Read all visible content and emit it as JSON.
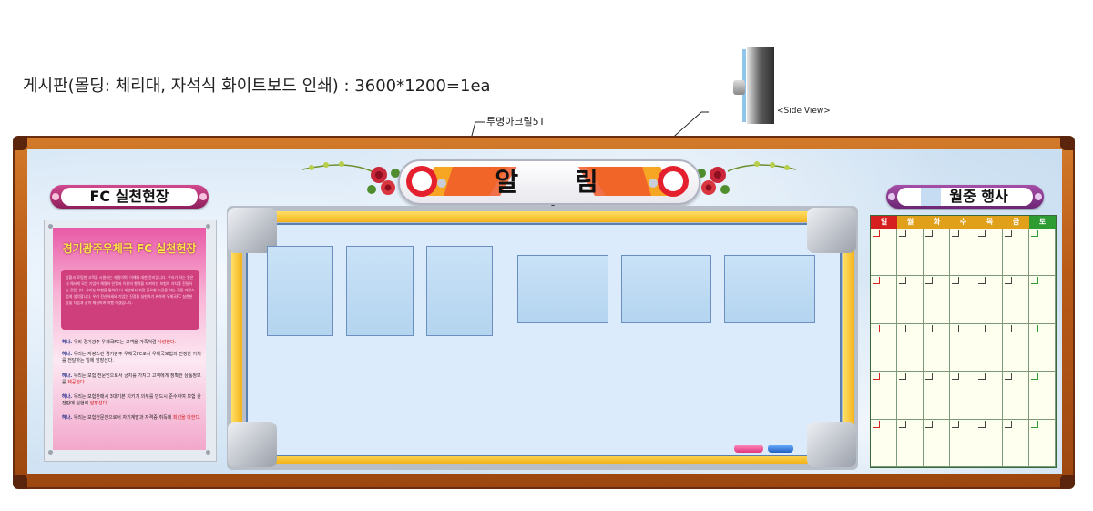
{
  "header": {
    "spec_text": "게시판(몰딩: 체리대, 자석식 화이트보드 인쇄) : 3600*1200=1ea",
    "side_view_label": "<Side View>",
    "callout_label": "투명아크릴5T"
  },
  "board": {
    "title": "알 림 판",
    "left_badge": "FC 실천현장",
    "right_badge": "월중 행사"
  },
  "poster": {
    "title": "경기광주우체국 FC 실천헌장",
    "intro": "상황과 로밍한 고객을 시원하는 지원이며, 이해와 대한 윤리입니다. 우리가 하는 일은 더 해서게 모든 기업이 해명하 안정과 이용의 행력을 지켜하는 보험의 가치를 전달하는 것입니다. 우리는 보험을 통하여 더 세상에서 가장 중요한 시간을 하는 것을 자랑스럽게 생각합니다. 우리 전산하세요 기업는 진정을 실현하기 위하여 우체국FC 실천헌장을 다음과 같이 제정하여 이행 하겠습니다.",
    "items": [
      {
        "prefix": "하나.",
        "text": "우리 경기광주 우체국FC는 고객을 가족처럼 ",
        "highlight": "사랑한다."
      },
      {
        "prefix": "하나.",
        "text": "우리는 자랑스런 경기광주 우체국FC로서 우체국보험의 진정한 가치를 전달하는 일에 앞장선다.",
        "highlight": ""
      },
      {
        "prefix": "하나.",
        "text": "우리는 보험 전문인으로서 긍지를 가지고 고객에게 정확한 상품정보를 ",
        "highlight": "제공한다."
      },
      {
        "prefix": "하나.",
        "text": "우리는 보험판매시 3대기본 지키기 의무를 반드시 준수하여 보험 완전판매 실현에 ",
        "highlight": "앞장선다."
      },
      {
        "prefix": "하나.",
        "text": "우리는 보험전문인으로서 자기계발과 자격증 취득에 ",
        "highlight": "최선을 다한다."
      }
    ]
  },
  "calendar": {
    "days": [
      "일",
      "월",
      "화",
      "수",
      "목",
      "금",
      "토"
    ],
    "day_colors": [
      "#d61f1f",
      "#e0a019",
      "#e0a019",
      "#e0a019",
      "#e0a019",
      "#e0a019",
      "#2f9c33"
    ]
  },
  "colors": {
    "frame": "#b85a17",
    "badge": "#b8306f",
    "rail": "#f3b21a"
  }
}
